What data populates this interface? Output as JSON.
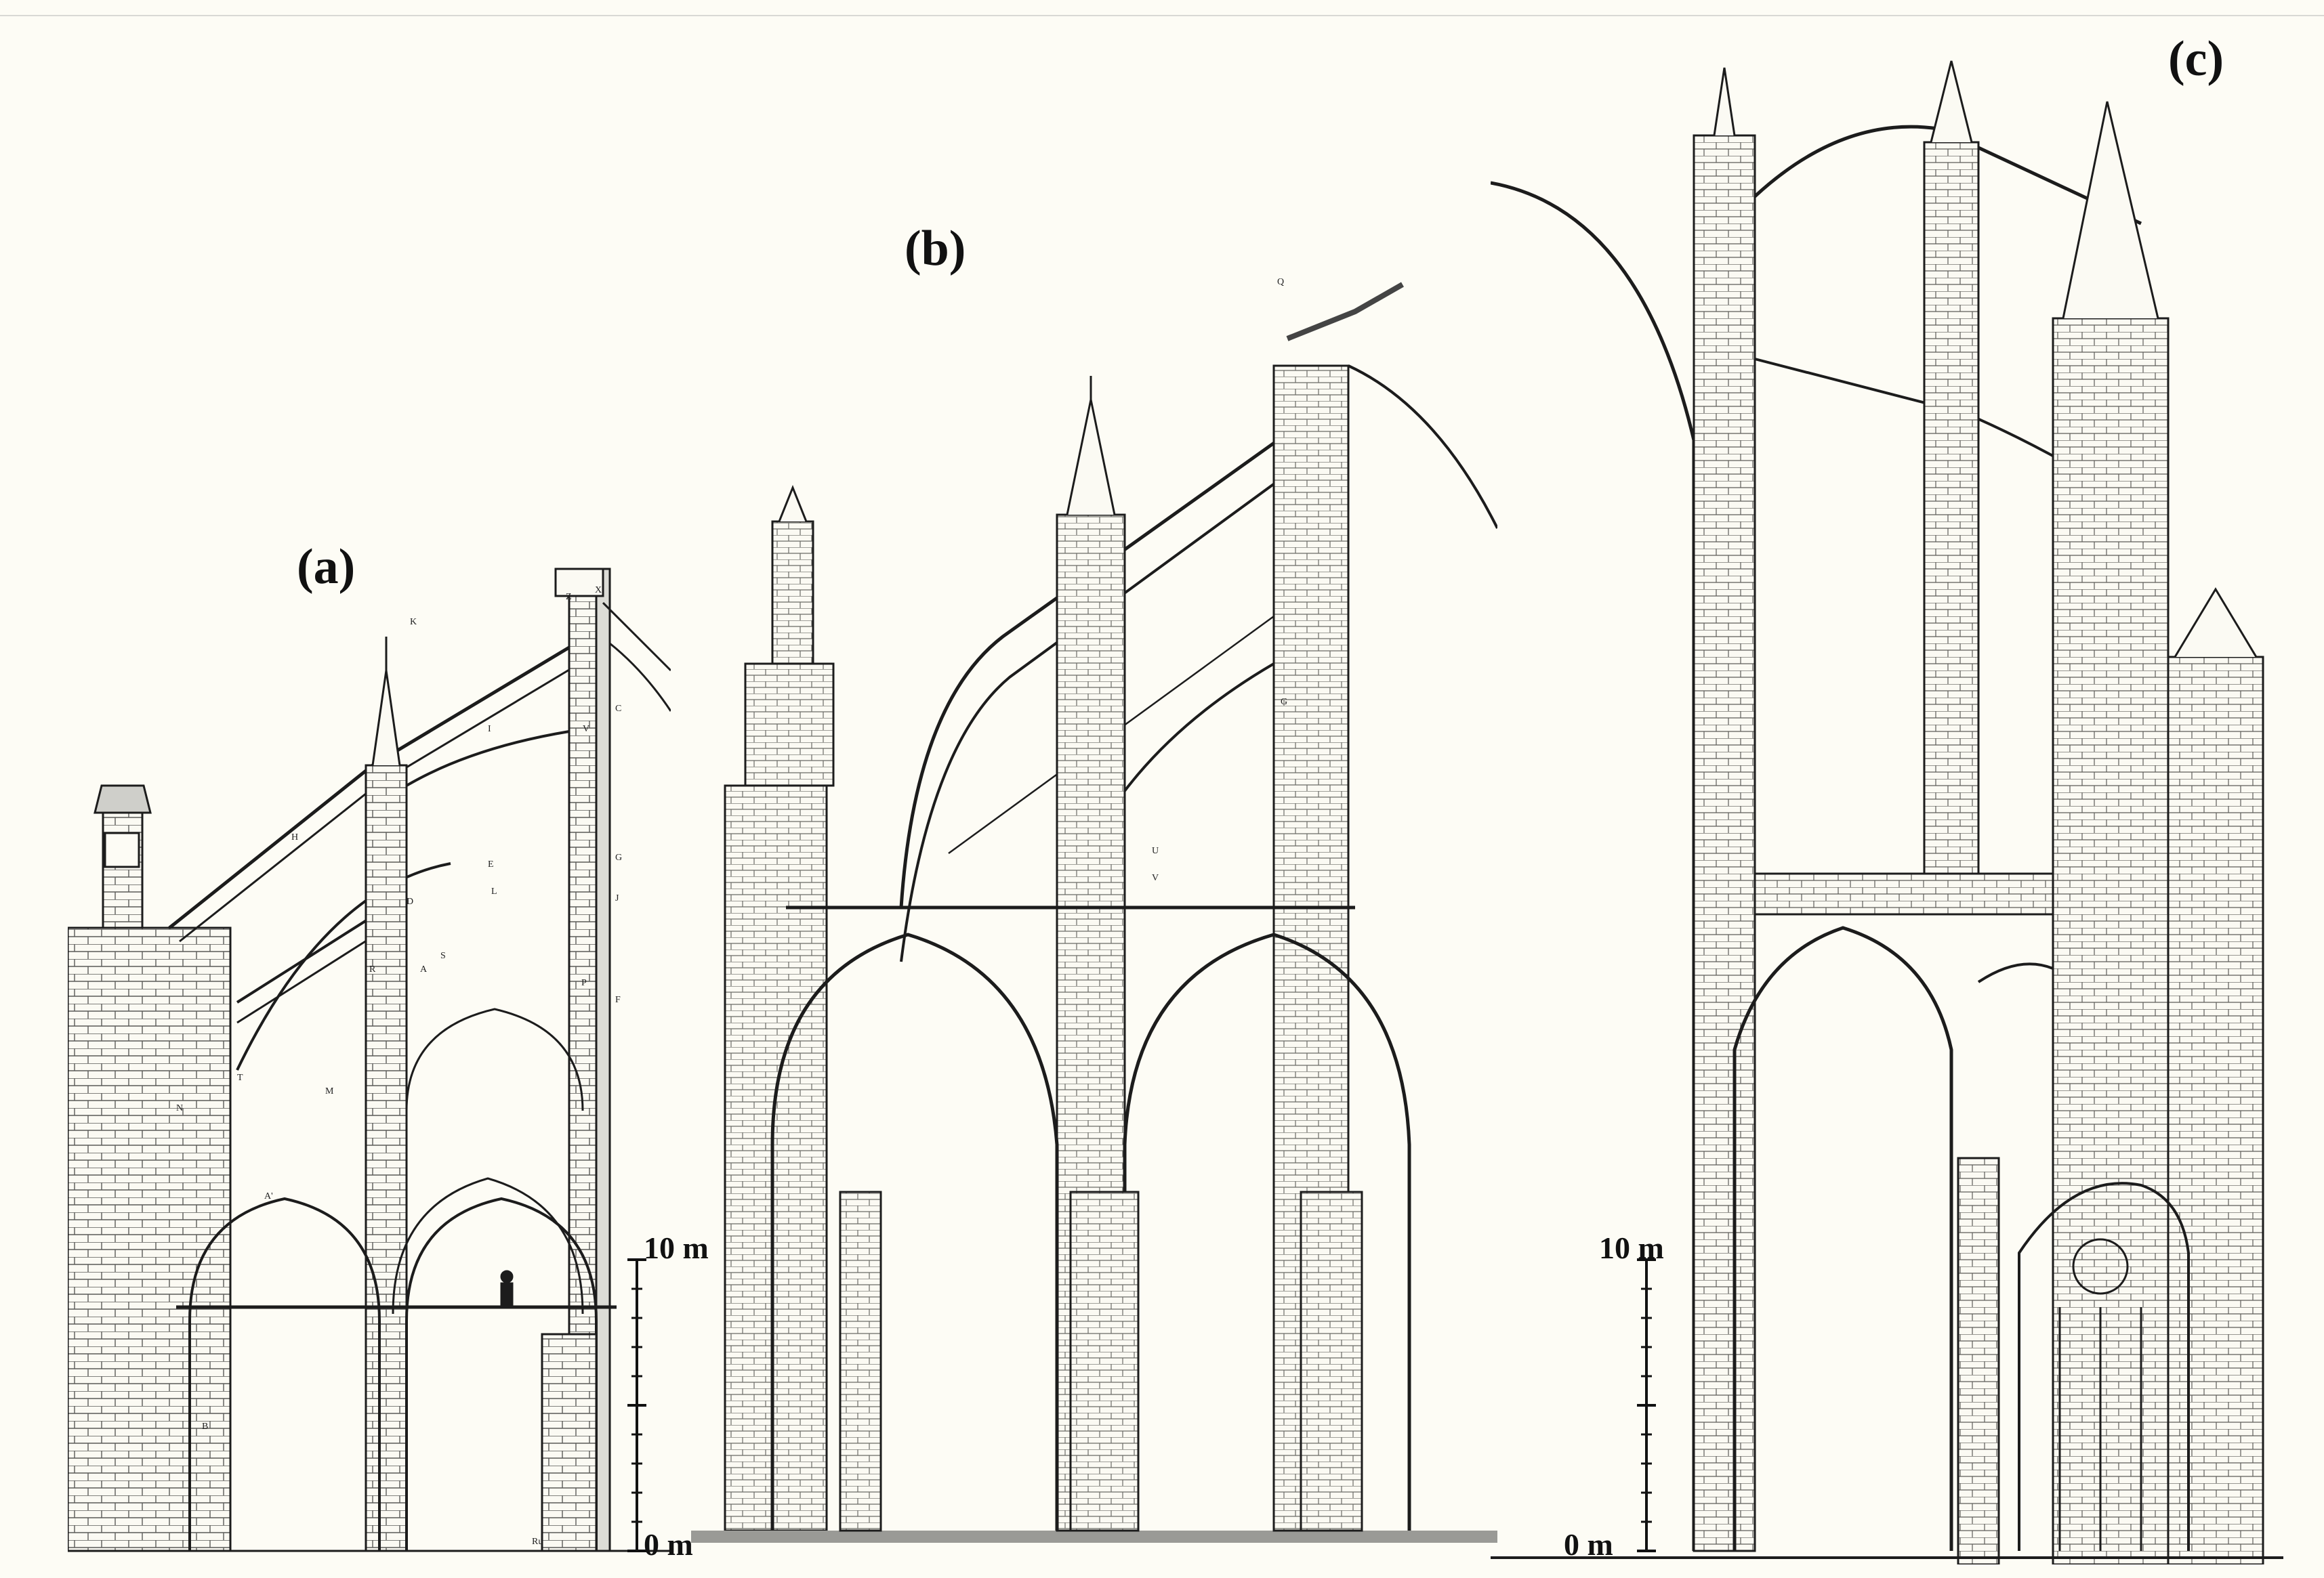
{
  "panels": [
    {
      "id": "a",
      "label": "(a)"
    },
    {
      "id": "b",
      "label": "(b)"
    },
    {
      "id": "c",
      "label": "(c)"
    }
  ],
  "scale_bar": {
    "top_label": "10 m",
    "bottom_label": "0 m",
    "top_value_m": 10,
    "bottom_value_m": 0,
    "minor_ticks": 10
  },
  "drawing_letters_a": [
    "K",
    "Z",
    "X",
    "C",
    "I",
    "V",
    "H",
    "E",
    "G",
    "D",
    "L",
    "J",
    "S",
    "R",
    "A",
    "P",
    "F",
    "N",
    "T",
    "M",
    "A'",
    "B",
    "Ru"
  ],
  "drawing_letters_b": [
    "Q",
    "G",
    "U",
    "V"
  ],
  "colors": {
    "background": "#fdfcf5",
    "ink": "#1c1c1c",
    "shade": "#9a9a96",
    "label": "#111111"
  }
}
